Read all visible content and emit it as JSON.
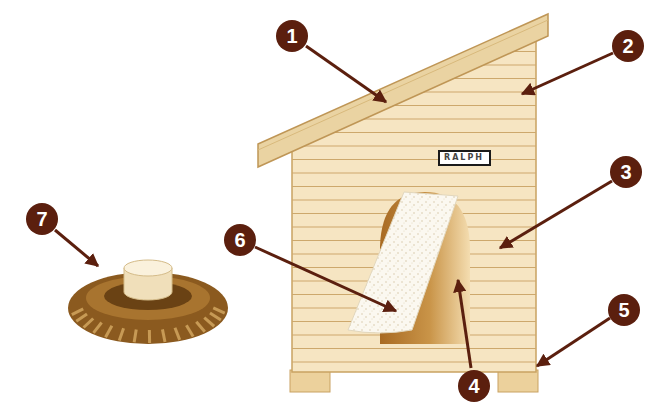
{
  "diagram": {
    "nodes": [
      {
        "text": [
          "RALPH"
        ]
      }
    ],
    "labels": [
      "1",
      "2",
      "3",
      "4",
      "5",
      "6",
      "7"
    ]
  }
}
